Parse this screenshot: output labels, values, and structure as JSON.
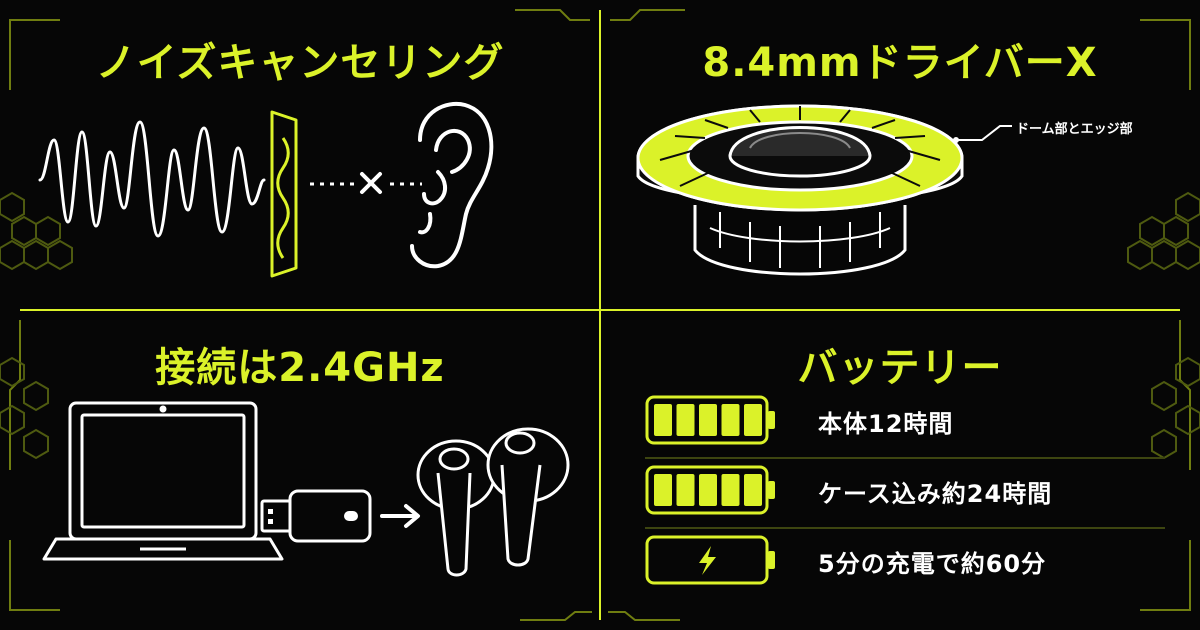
{
  "colors": {
    "accent": "#dbf229",
    "background": "#060606",
    "text": "#ffffff"
  },
  "panels": {
    "noise_cancelling": {
      "title": "ノイズキャンセリング",
      "icons": [
        "sound-wave-icon",
        "cancel-wave-icon",
        "x-mark-icon",
        "ear-icon"
      ]
    },
    "driver": {
      "title": "8.4mmドライバーX",
      "callout": "ドーム部とエッジ部",
      "icons": [
        "speaker-driver-icon"
      ]
    },
    "connection": {
      "title": "接続は2.4GHz",
      "icons": [
        "laptop-icon",
        "usb-dongle-icon",
        "arrow-right-icon",
        "earbuds-icon"
      ]
    },
    "battery": {
      "title": "バッテリー",
      "items": [
        {
          "label": "本体12時間",
          "level": 1.0,
          "icon": "battery-full-icon"
        },
        {
          "label": "ケース込み約24時間",
          "level": 1.0,
          "icon": "battery-full-icon"
        },
        {
          "label": "5分の充電で約60分",
          "level": 0,
          "icon": "battery-charging-icon"
        }
      ]
    }
  }
}
